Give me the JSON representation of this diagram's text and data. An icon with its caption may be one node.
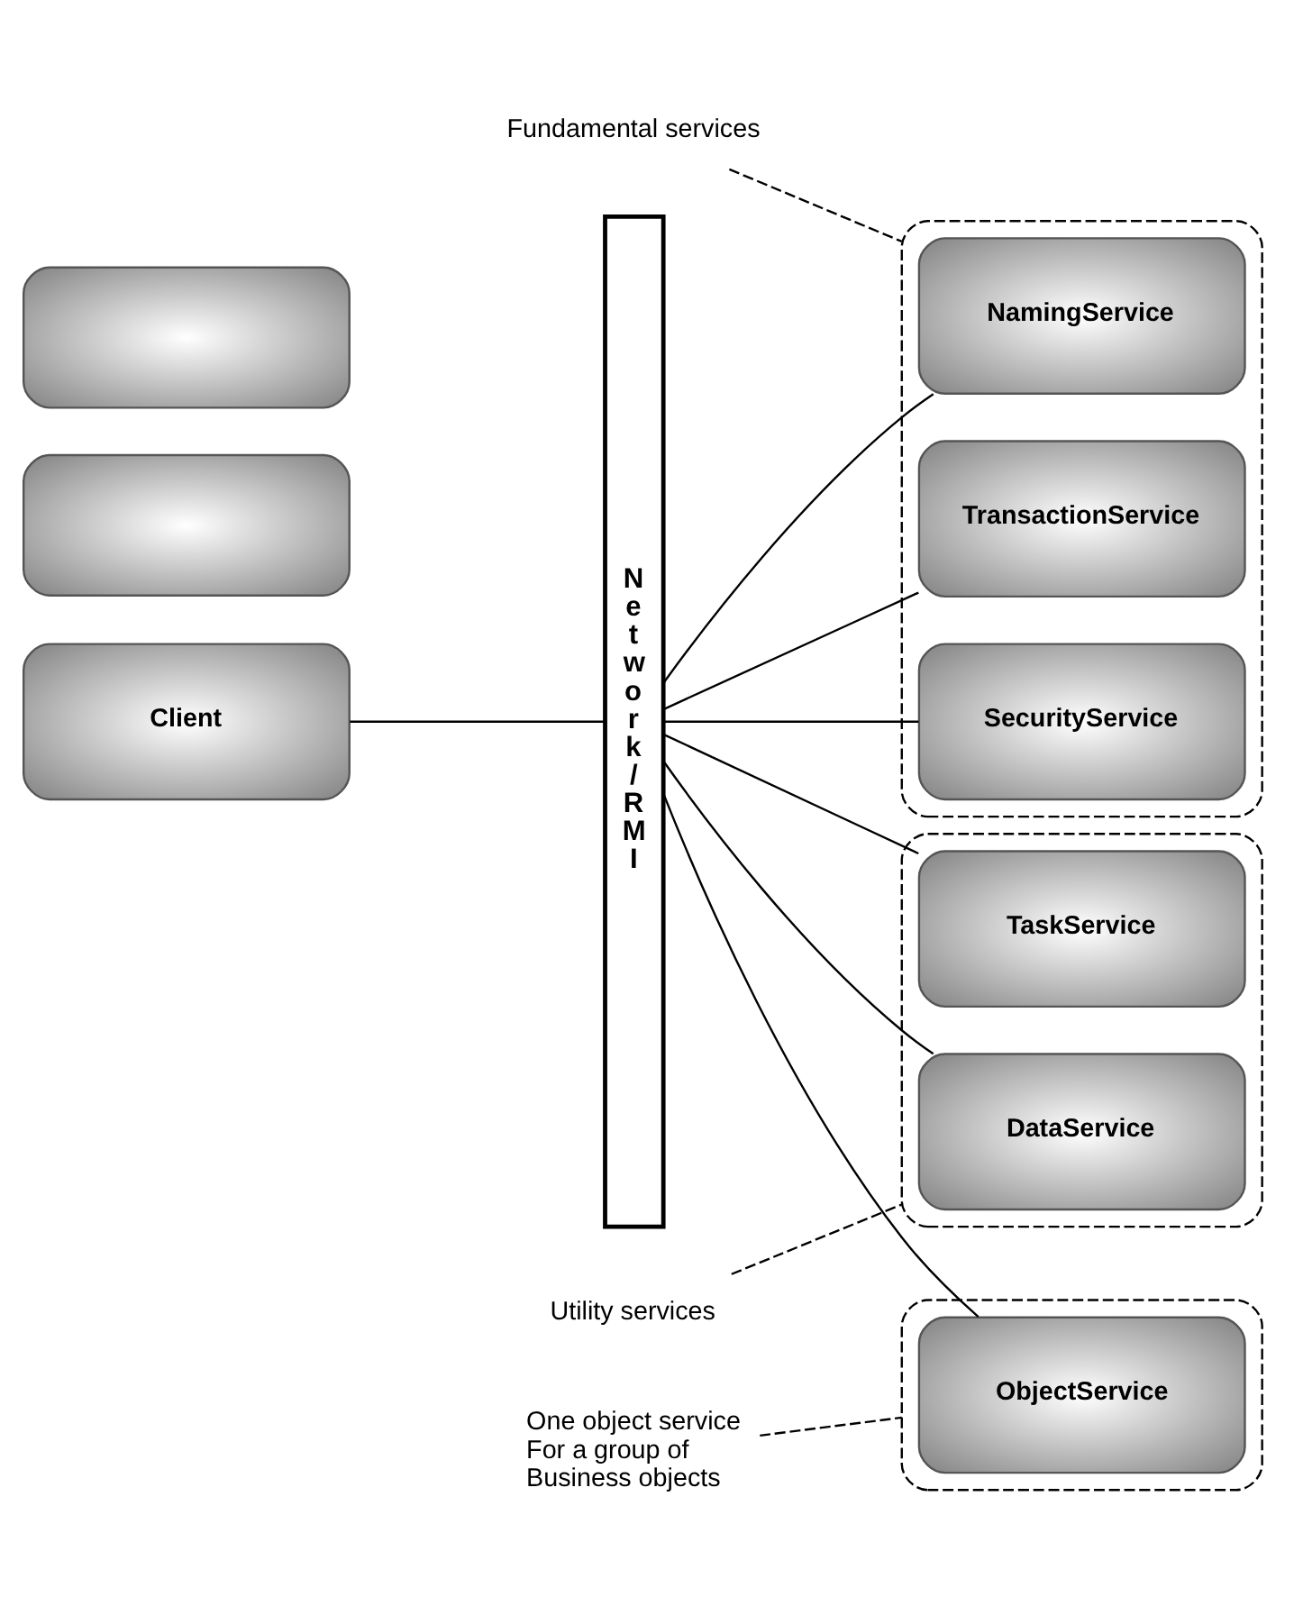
{
  "diagram": {
    "nodes": [
      {
        "text": [
          "Fundamental services"
        ]
      },
      {
        "text": [],
        "shape": "box"
      },
      {
        "text": [
          "NamingService"
        ],
        "in": 1
      },
      {
        "text": [
          "TransactionService"
        ],
        "in": 1
      },
      {
        "text": [
          "SecurityService"
        ],
        "in": 1
      },
      {
        "text": [
          "One object service For a group of Business objects"
        ]
      },
      {
        "text": [],
        "shape": "box"
      },
      {
        "text": [
          "ObjectService"
        ],
        "in": 6
      },
      {
        "text": [
          "Utility services"
        ]
      },
      {
        "text": [],
        "shape": "box"
      },
      {
        "text": [
          "DataService"
        ],
        "in": 9
      },
      {
        "text": [
          "TaskService"
        ],
        "in": 9
      },
      {
        "text": [
          "Network/RMI"
        ]
      },
      {
        "text": [],
        "shape": "box"
      },
      {
        "text": [],
        "shape": "box"
      },
      {
        "text": [
          "Client"
        ]
      }
    ],
    "edges": [
      {
        "from": 0,
        "to": 1,
        "arrow": "none",
        "style": "dashed"
      },
      {
        "from": 5,
        "to": 6,
        "arrow": "none",
        "style": "dashed"
      },
      {
        "from": 8,
        "to": 9,
        "arrow": "none",
        "style": "dashed"
      },
      {
        "from": 12,
        "to": 2,
        "arrow": "none"
      },
      {
        "from": 12,
        "to": 3,
        "arrow": "none"
      },
      {
        "from": 12,
        "to": 4,
        "arrow": "none"
      },
      {
        "from": 12,
        "to": 7,
        "arrow": "none"
      },
      {
        "from": 12,
        "to": 10,
        "arrow": "none"
      },
      {
        "from": 12,
        "to": 11,
        "arrow": "none"
      },
      {
        "from": 15,
        "to": 12,
        "arrow": "none"
      }
    ]
  }
}
